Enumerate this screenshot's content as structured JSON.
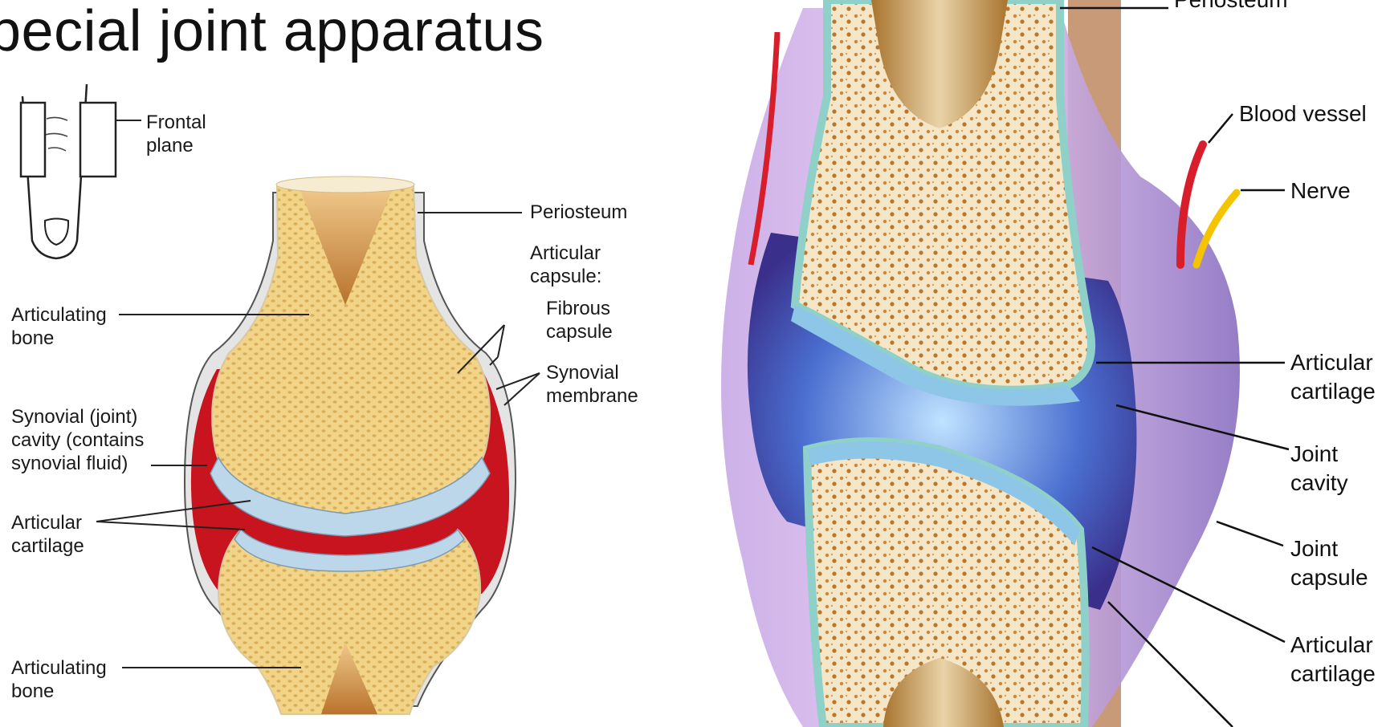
{
  "title": "pecial joint apparatus",
  "left_figure": {
    "inset_label": "Frontal\nplane",
    "labels": {
      "periosteum": "Periosteum",
      "articular_capsule": "Articular\ncapsule:",
      "fibrous_capsule": "Fibrous\ncapsule",
      "synovial_membrane": "Synovial\nmembrane",
      "articulating_bone_top": "Articulating\nbone",
      "synovial_cavity": "Synovial (joint)\ncavity (contains\nsynovial fluid)",
      "articular_cartilage": "Articular\ncartilage",
      "articulating_bone_bottom": "Articulating\nbone"
    }
  },
  "right_figure": {
    "labels": {
      "periosteum_cut": "Periosteum",
      "blood_vessel": "Blood vessel",
      "nerve": "Nerve",
      "articular_cartilage_top": "Articular\ncartilage",
      "joint_cavity": "Joint\ncavity",
      "joint_capsule": "Joint\ncapsule",
      "articular_cartilage_bottom": "Articular\ncartilage"
    }
  },
  "colors": {
    "bone_yellow": "#f2d489",
    "marrow_brown": "#c98a3c",
    "synovial_red": "#c8141e",
    "cartilage_blue": "#bcd6ea",
    "capsule_purple": "#8a6fc0",
    "joint_cavity_blue": "#4a6fd0",
    "vessel_red": "#d81e2a",
    "nerve_yellow": "#f5c400"
  }
}
